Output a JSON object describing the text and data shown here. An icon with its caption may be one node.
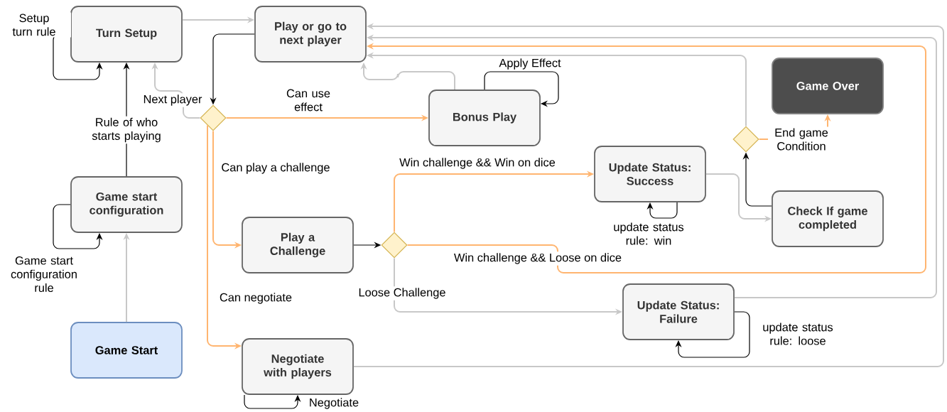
{
  "diagram": {
    "nodes": [
      {
        "text": [
          "Turn Setup"
        ]
      },
      {
        "text": [
          "Play or go to next player"
        ]
      },
      {
        "text": [
          "Game Over"
        ]
      },
      {
        "text": [
          "Bonus Play"
        ]
      },
      {
        "text": [],
        "shape": "diamond"
      },
      {
        "text": [
          "Game start configuration"
        ]
      },
      {
        "text": [
          "Update Status: Success"
        ]
      },
      {
        "text": [],
        "shape": "diamond"
      },
      {
        "text": [
          "Check If game completed"
        ]
      },
      {
        "text": [
          "Play a Challenge"
        ]
      },
      {
        "text": [],
        "shape": "diamond"
      },
      {
        "text": [
          "Update Status: Failure"
        ]
      },
      {
        "text": [
          "Game Start"
        ]
      },
      {
        "text": [
          "Negotiate with players"
        ]
      }
    ],
    "edges": [
      {
        "from": 0,
        "to": 0,
        "arrow": "to",
        "label": "Setup turn rule",
        "color": "#000000"
      },
      {
        "from": 0,
        "to": 1,
        "arrow": "to",
        "color": "#c8c8c8"
      },
      {
        "from": 5,
        "to": 0,
        "arrow": "to",
        "label": "Rule of who starts playing",
        "color": "#000000"
      },
      {
        "from": 5,
        "to": 5,
        "arrow": "to",
        "label": "Game start configuration rule",
        "color": "#000000"
      },
      {
        "from": 12,
        "to": 5,
        "arrow": "to",
        "color": "#c8c8c8"
      },
      {
        "from": 1,
        "to": 4,
        "arrow": "to",
        "color": "#000000"
      },
      {
        "from": 4,
        "to": 0,
        "arrow": "to",
        "label": "Next player",
        "color": "#c8c8c8"
      },
      {
        "from": 4,
        "to": 3,
        "arrow": "to",
        "label": "Can use effect",
        "color": "#ffb570"
      },
      {
        "from": 4,
        "to": 9,
        "arrow": "to",
        "label": "Can play a challenge",
        "color": "#ffb570"
      },
      {
        "from": 4,
        "to": 13,
        "arrow": "to",
        "label": "Can negotiate",
        "color": "#ffb570"
      },
      {
        "from": 3,
        "to": 3,
        "arrow": "to",
        "label": "Apply Effect",
        "color": "#000000"
      },
      {
        "from": 3,
        "to": 1,
        "arrow": "to",
        "color": "#c8c8c8"
      },
      {
        "from": 9,
        "to": 10,
        "arrow": "to",
        "color": "#000000"
      },
      {
        "from": 10,
        "to": 6,
        "arrow": "to",
        "label": "Win challenge && Win on dice",
        "color": "#ffb570"
      },
      {
        "from": 10,
        "to": 1,
        "arrow": "to",
        "label": "Win challenge && Loose on dice",
        "color": "#ffb570"
      },
      {
        "from": 10,
        "to": 11,
        "arrow": "to",
        "label": "Loose Challenge",
        "color": "#c8c8c8"
      },
      {
        "from": 6,
        "to": 6,
        "arrow": "to",
        "label": "update status rule: win",
        "color": "#000000"
      },
      {
        "from": 6,
        "to": 8,
        "arrow": "to",
        "color": "#c8c8c8"
      },
      {
        "from": 8,
        "to": 7,
        "arrow": "to",
        "color": "#000000"
      },
      {
        "from": 7,
        "to": 2,
        "arrow": "to",
        "label": "End game Condition",
        "color": "#ffb570"
      },
      {
        "from": 7,
        "to": 1,
        "arrow": "to",
        "color": "#c8c8c8"
      },
      {
        "from": 11,
        "to": 11,
        "arrow": "to",
        "label": "update status rule: loose",
        "color": "#000000"
      },
      {
        "from": 11,
        "to": 1,
        "arrow": "to",
        "color": "#c8c8c8"
      },
      {
        "from": 13,
        "to": 1,
        "arrow": "to",
        "color": "#c8c8c8"
      },
      {
        "from": 13,
        "to": 13,
        "arrow": "to",
        "label": "Negotiate",
        "color": "#000000"
      }
    ]
  }
}
